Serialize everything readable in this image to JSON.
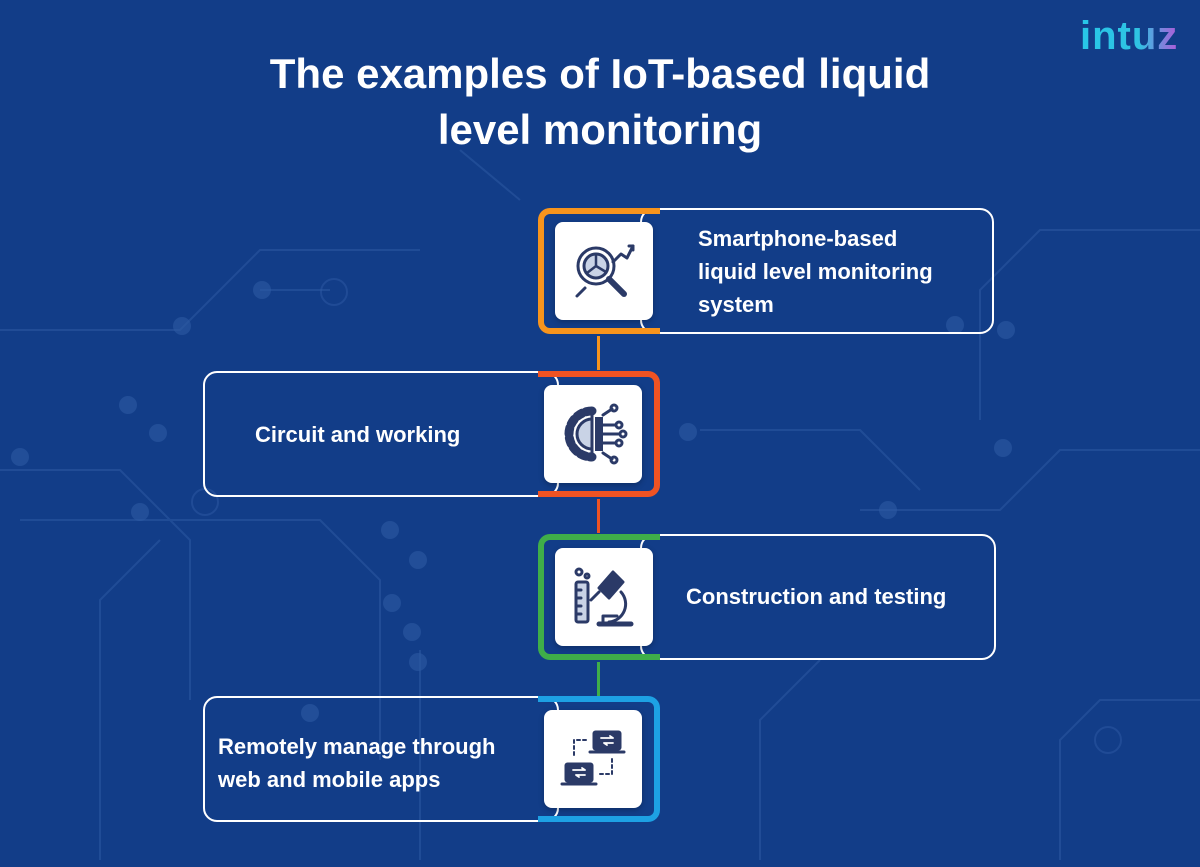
{
  "brand": {
    "logo_text": "intuz"
  },
  "title": {
    "line1": "The examples of IoT-based liquid",
    "line2": "level monitoring"
  },
  "steps": [
    {
      "label": "Smartphone-based liquid level monitoring system",
      "lines": [
        "Smartphone-based",
        "liquid level monitoring",
        "system"
      ],
      "icon": "magnifier-chart-icon",
      "color": "#f7941d",
      "side": "right"
    },
    {
      "label": "Circuit and working",
      "lines": [
        "Circuit and working"
      ],
      "icon": "gear-circuit-icon",
      "color": "#ef5323",
      "side": "left"
    },
    {
      "label": "Construction and testing",
      "lines": [
        "Construction and testing"
      ],
      "icon": "microscope-icon",
      "color": "#3fae49",
      "side": "right"
    },
    {
      "label": "Remotely manage through web and mobile apps",
      "lines": [
        "Remotely manage through",
        "web and mobile apps"
      ],
      "icon": "laptops-sync-icon",
      "color": "#1da1e4",
      "side": "left"
    }
  ],
  "colors": {
    "background": "#123d88",
    "card_border": "#ffffff",
    "icon_stroke": "#2b3a67"
  }
}
